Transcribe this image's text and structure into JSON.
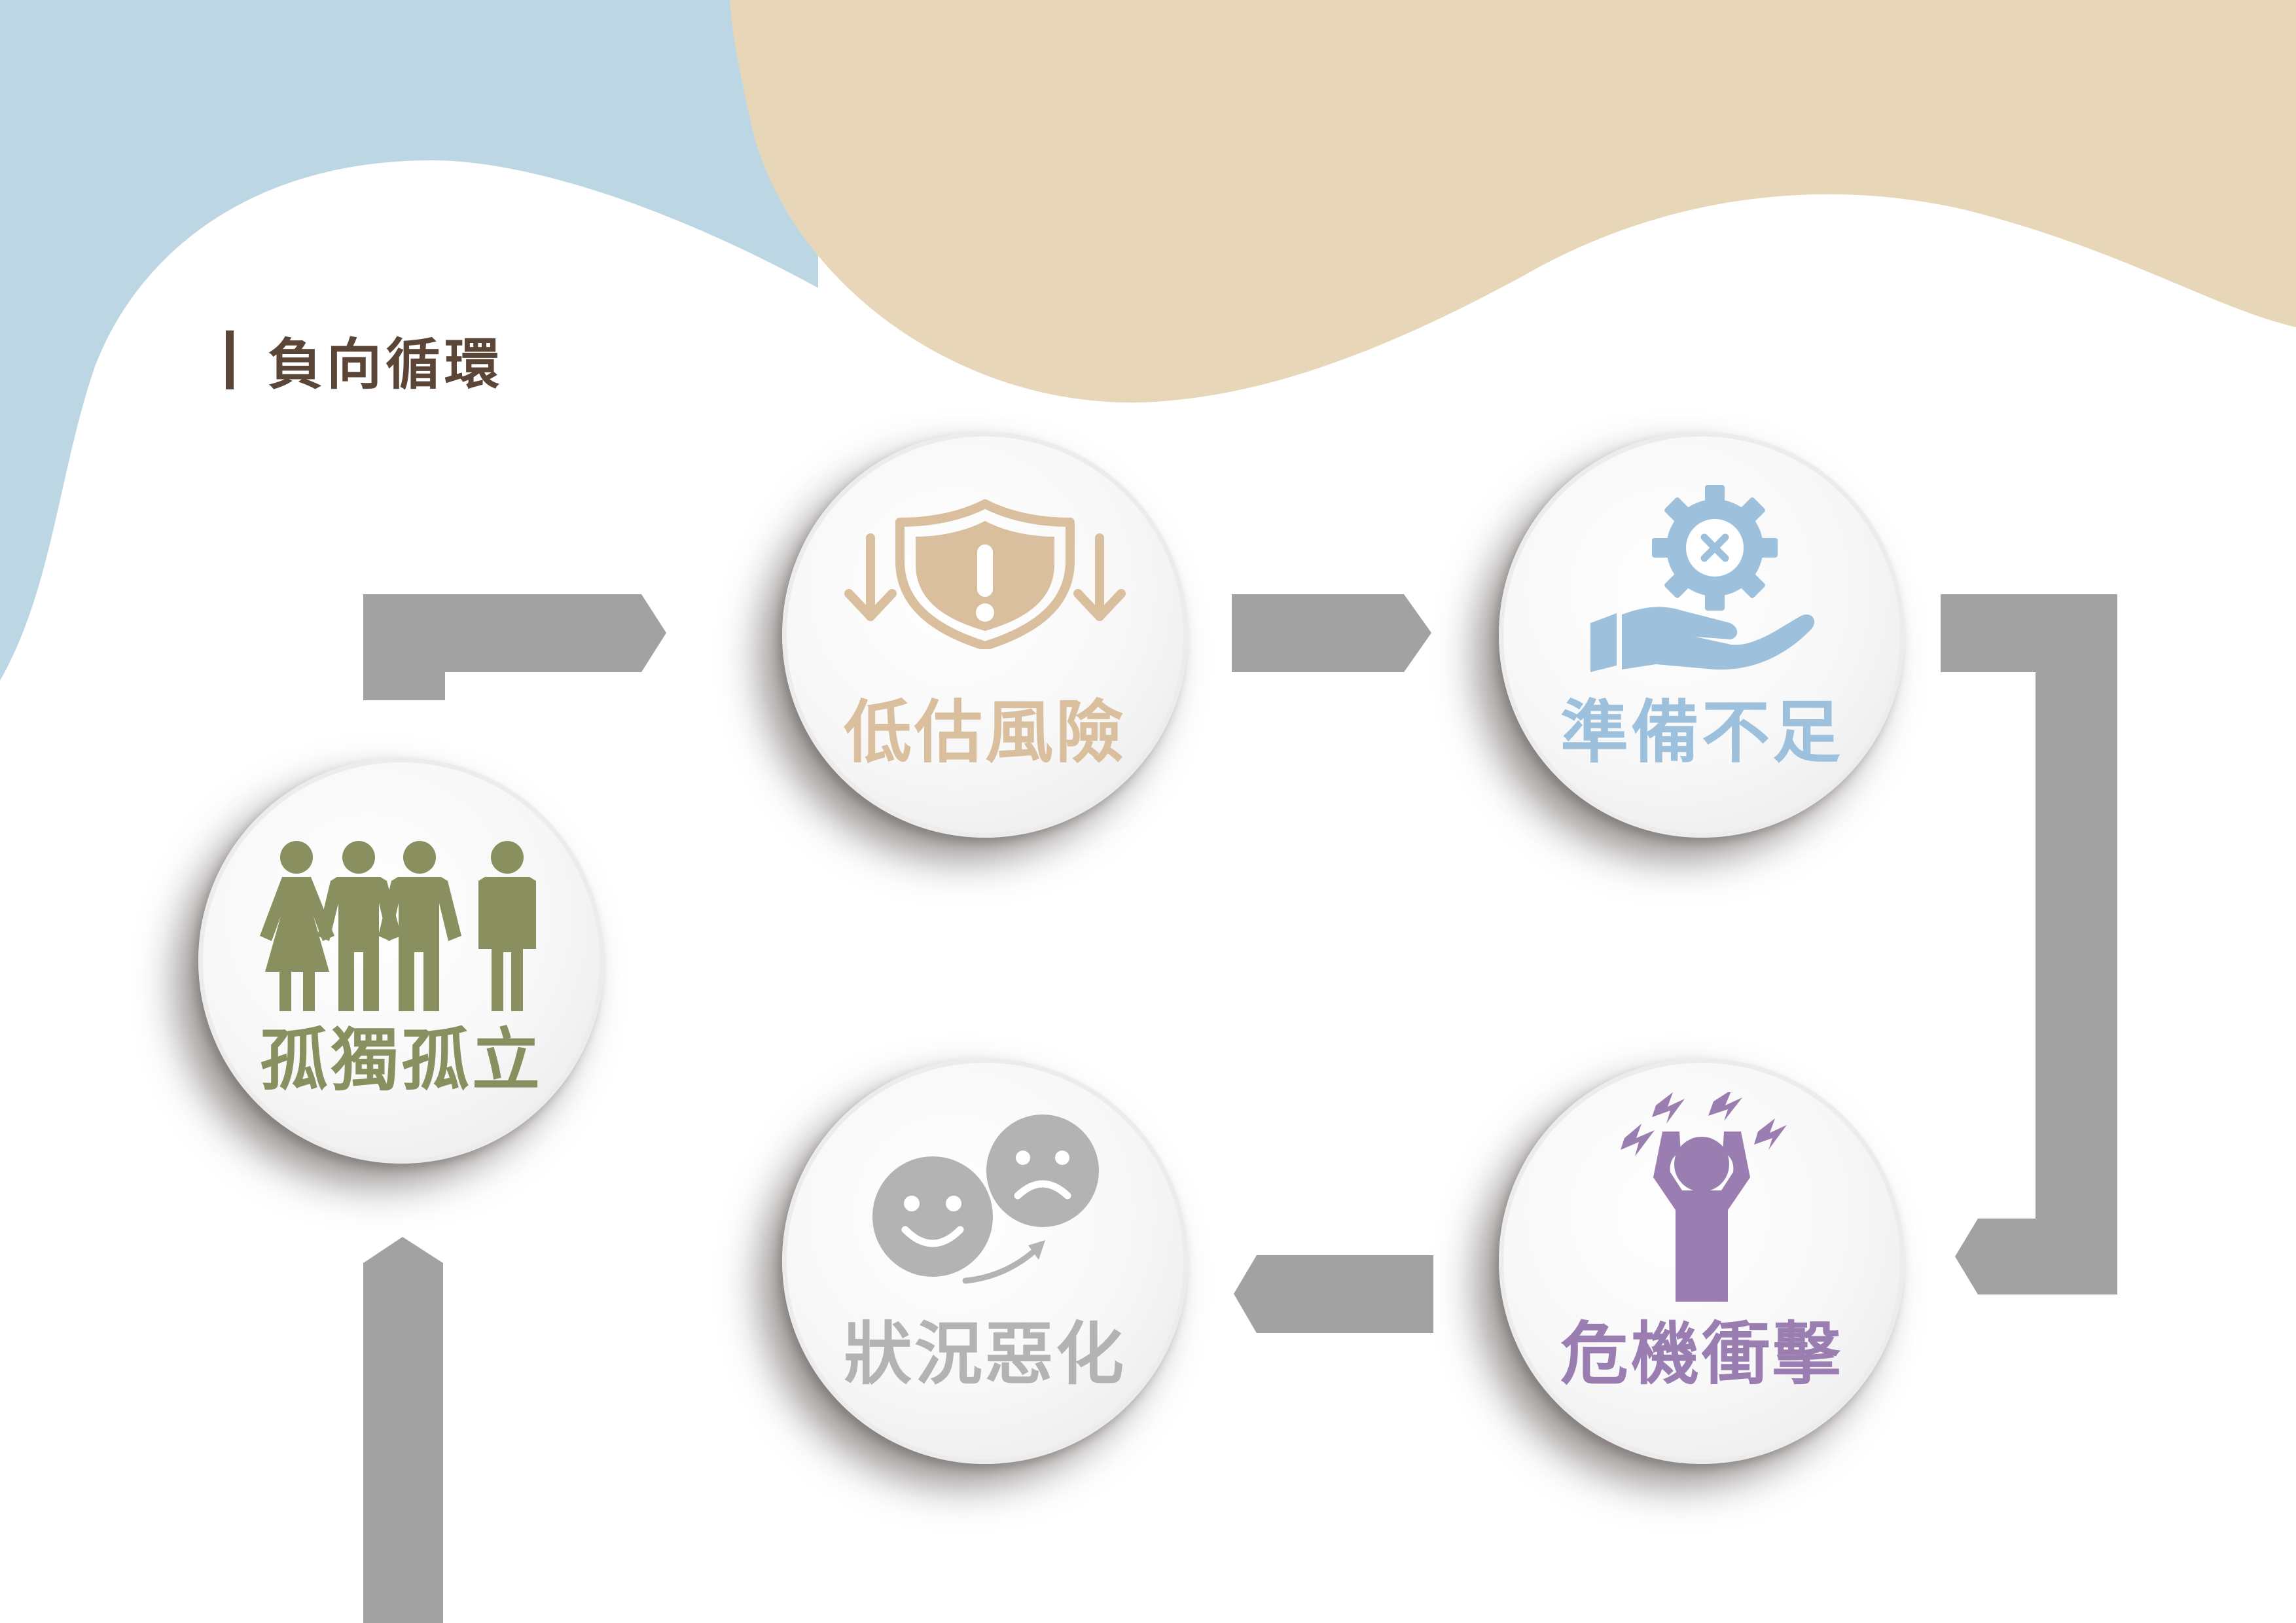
{
  "section": {
    "title": "負向循環"
  },
  "colors": {
    "blob_blue": "#bcd6e4",
    "blob_beige": "#e7d7b8",
    "arrow": "#a2a2a2",
    "title": "#5a4536",
    "isolation": "#8a8f60",
    "risk": "#d9bf9d",
    "prepare": "#9dc0dc",
    "crisis": "#9b7eb1",
    "worse": "#b3b3b3"
  },
  "nodes": {
    "isolation": {
      "label": "孤獨孤立",
      "icon": "people-group-icon"
    },
    "risk": {
      "label": "低估風險",
      "icon": "shield-alert-icon"
    },
    "prepare": {
      "label": "準備不足",
      "icon": "hand-gear-icon"
    },
    "crisis": {
      "label": "危機衝擊",
      "icon": "stressed-person-icon"
    },
    "worse": {
      "label": "狀況惡化",
      "icon": "mood-change-icon"
    }
  }
}
